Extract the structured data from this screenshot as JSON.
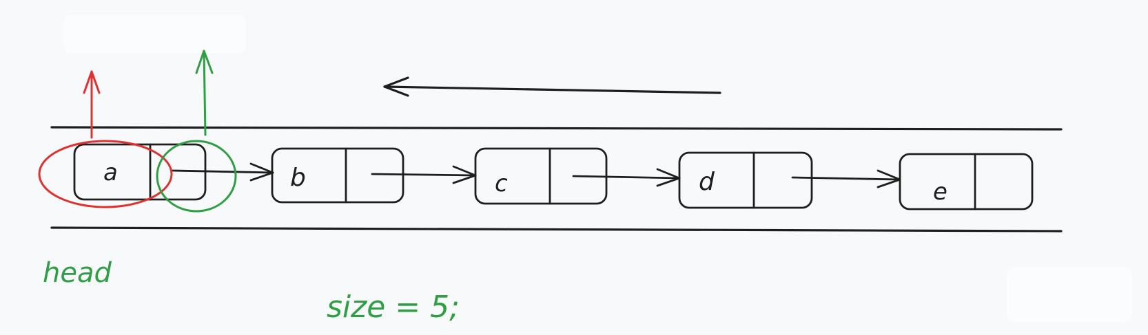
{
  "nodes": [
    {
      "value": "a"
    },
    {
      "value": "b"
    },
    {
      "value": "c"
    },
    {
      "value": "d"
    },
    {
      "value": "e"
    }
  ],
  "labels": {
    "head": "head",
    "size": "size = 5;"
  },
  "colors": {
    "background": "#f8f9fa",
    "ink": "#1e1e1e",
    "head_marker": "#e03131",
    "next_marker": "#2f9e44",
    "label_text": "#2f9e44"
  }
}
